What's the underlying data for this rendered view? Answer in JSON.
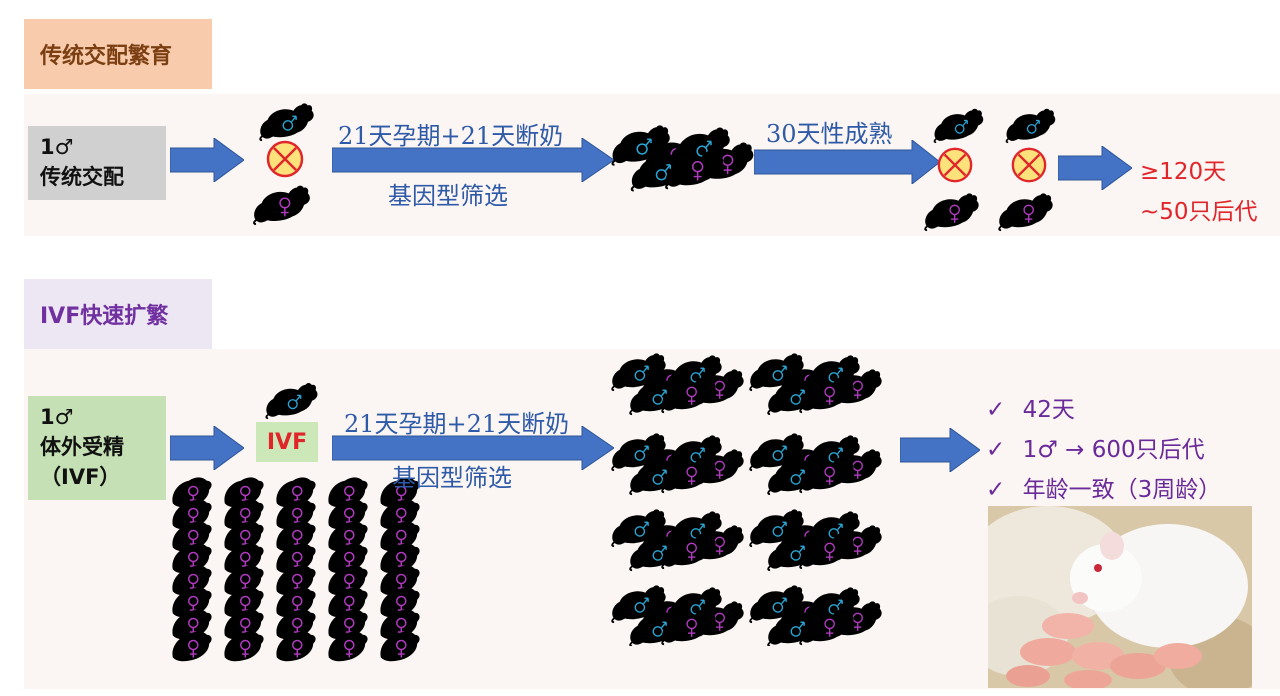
{
  "section1": {
    "title": "传统交配繁育",
    "label_line1": "1♂",
    "label_line2": "传统交配",
    "arrow1_top": "21天孕期+21天断奶",
    "arrow1_bottom": "基因型筛选",
    "arrow2_top": "30天性成熟",
    "result_line1": "≥120天",
    "result_line2": "~50只后代"
  },
  "section2": {
    "title": "IVF快速扩繁",
    "label_line1": "1♂",
    "label_line2": "体外受精",
    "label_line3": "（IVF）",
    "ivf_badge": "IVF",
    "arrow1_top": "21天孕期+21天断奶",
    "arrow1_bottom": "基因型筛选",
    "bullets": [
      {
        "check": "✓",
        "text": "42天"
      },
      {
        "check": "✓",
        "text": "1♂ → 600只后代"
      },
      {
        "check": "✓",
        "text": "年龄一致（3周龄）"
      }
    ]
  },
  "colors": {
    "arrow_blue": "#4472c4",
    "title1_bg": "#f8cbad",
    "title1_text": "#7b3f12",
    "title2_bg": "#ede6f3",
    "title2_text": "#7030a0",
    "label1_bg": "#d0d0d0",
    "label2_bg": "#c5e0b4",
    "male_mark": "#2aa7d6",
    "female_mark": "#b13ac0"
  }
}
